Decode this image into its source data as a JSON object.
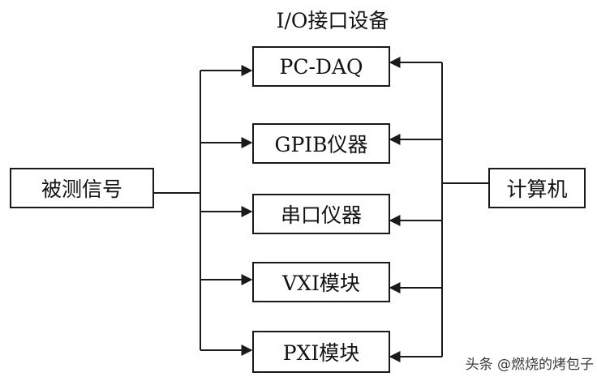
{
  "title": "I/O接口设备",
  "source_node": "被测信号",
  "target_node": "计算机",
  "devices": [
    "PC-DAQ",
    "GPIB仪器",
    "串口仪器",
    "VXI模块",
    "PXI模块"
  ],
  "watermark": "头条 @燃烧的烤包子",
  "colors": {
    "line": "#1a1a1a",
    "background": "#ffffff",
    "text": "#111111"
  }
}
